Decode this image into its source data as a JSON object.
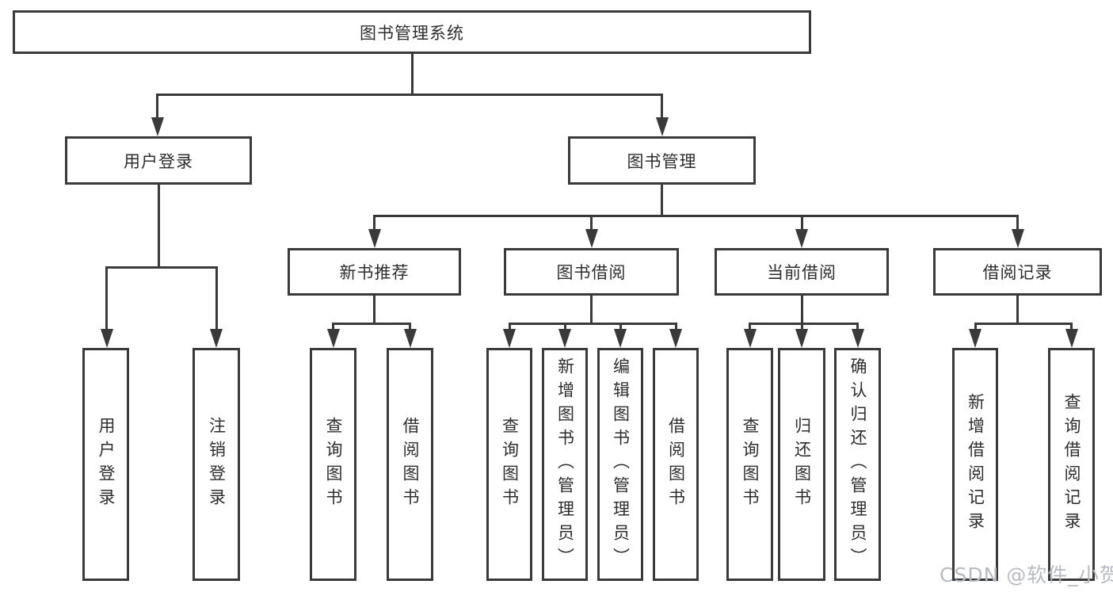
{
  "nodes": {
    "root": "图书管理系统",
    "l2_user_login": "用户登录",
    "l2_book_management": "图书管理",
    "l3_new_book_recommend": "新书推荐",
    "l3_book_borrowing": "图书借阅",
    "l3_current_borrowing": "当前借阅",
    "l3_borrowing_records": "借阅记录",
    "leaf_g1_user_login": "用户登录",
    "leaf_g1_logout": "注销登录",
    "leaf_g2_query_books": "查询图书",
    "leaf_g2_borrow_books": "借阅图书",
    "leaf_g3_query_books": "查询图书",
    "leaf_g3_add_books_admin": "新增图书（管理员）",
    "leaf_g3_edit_books_admin": "编辑图书（管理员）",
    "leaf_g3_borrow_books": "借阅图书",
    "leaf_g4_query_books": "查询图书",
    "leaf_g4_return_books": "归还图书",
    "leaf_g4_confirm_return_admin": "确认归还（管理员）",
    "leaf_g5_add_borrow_record": "新增借阅记录",
    "leaf_g5_query_borrow_record": "查询借阅记录"
  },
  "watermark": {
    "text": "CSDN @软件_小贺同学"
  },
  "colors": {
    "line": "#3a3a3a",
    "text": "#2d2d2d",
    "watermark": "#b7bbc1",
    "background": "#ffffff"
  }
}
